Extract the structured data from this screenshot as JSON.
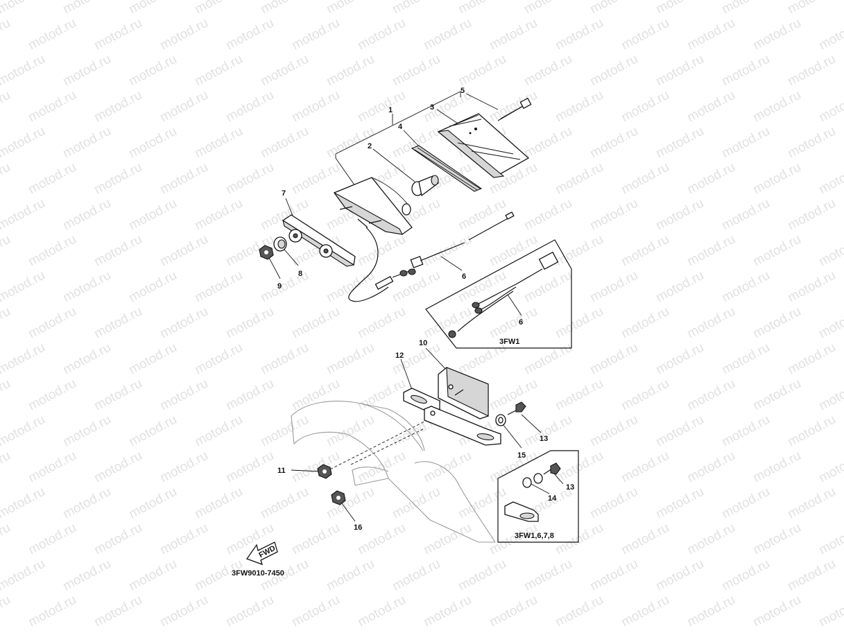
{
  "watermark": {
    "text": "motod.ru"
  },
  "diagram_code": "3FW9010-7450",
  "fwd_label": "FWD",
  "callouts": [
    "1",
    "2",
    "3",
    "4",
    "5",
    "6",
    "7",
    "8",
    "9",
    "10",
    "11",
    "12",
    "13",
    "14",
    "15",
    "16"
  ],
  "inset_upper": {
    "label": "3FW1",
    "callouts": [
      "6"
    ]
  },
  "inset_lower": {
    "label": "3FW1,6,7,8",
    "callouts": [
      "13",
      "14"
    ]
  }
}
